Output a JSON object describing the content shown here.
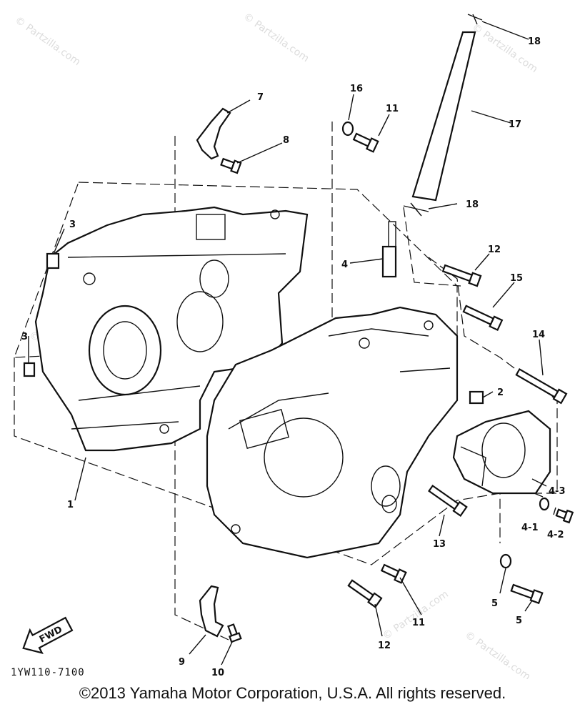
{
  "diagram_code": "1YW110-7100",
  "fwd_label": "FWD",
  "copyright": "©2013 Yamaha Motor Corporation, U.S.A. All rights reserved.",
  "watermark": "© Partzilla.com",
  "callouts": {
    "c1": "1",
    "c2": "2",
    "c3a": "3",
    "c3b": "3",
    "c4": "4",
    "c4_1": "4-1",
    "c4_2": "4-2",
    "c4_3": "4-3",
    "c5a": "5",
    "c5b": "5",
    "c7": "7",
    "c8": "8",
    "c9": "9",
    "c10": "10",
    "c11a": "11",
    "c11b": "11",
    "c12a": "12",
    "c12b": "12",
    "c13": "13",
    "c14": "14",
    "c15": "15",
    "c16": "16",
    "c17": "17",
    "c18a": "18",
    "c18b": "18"
  }
}
